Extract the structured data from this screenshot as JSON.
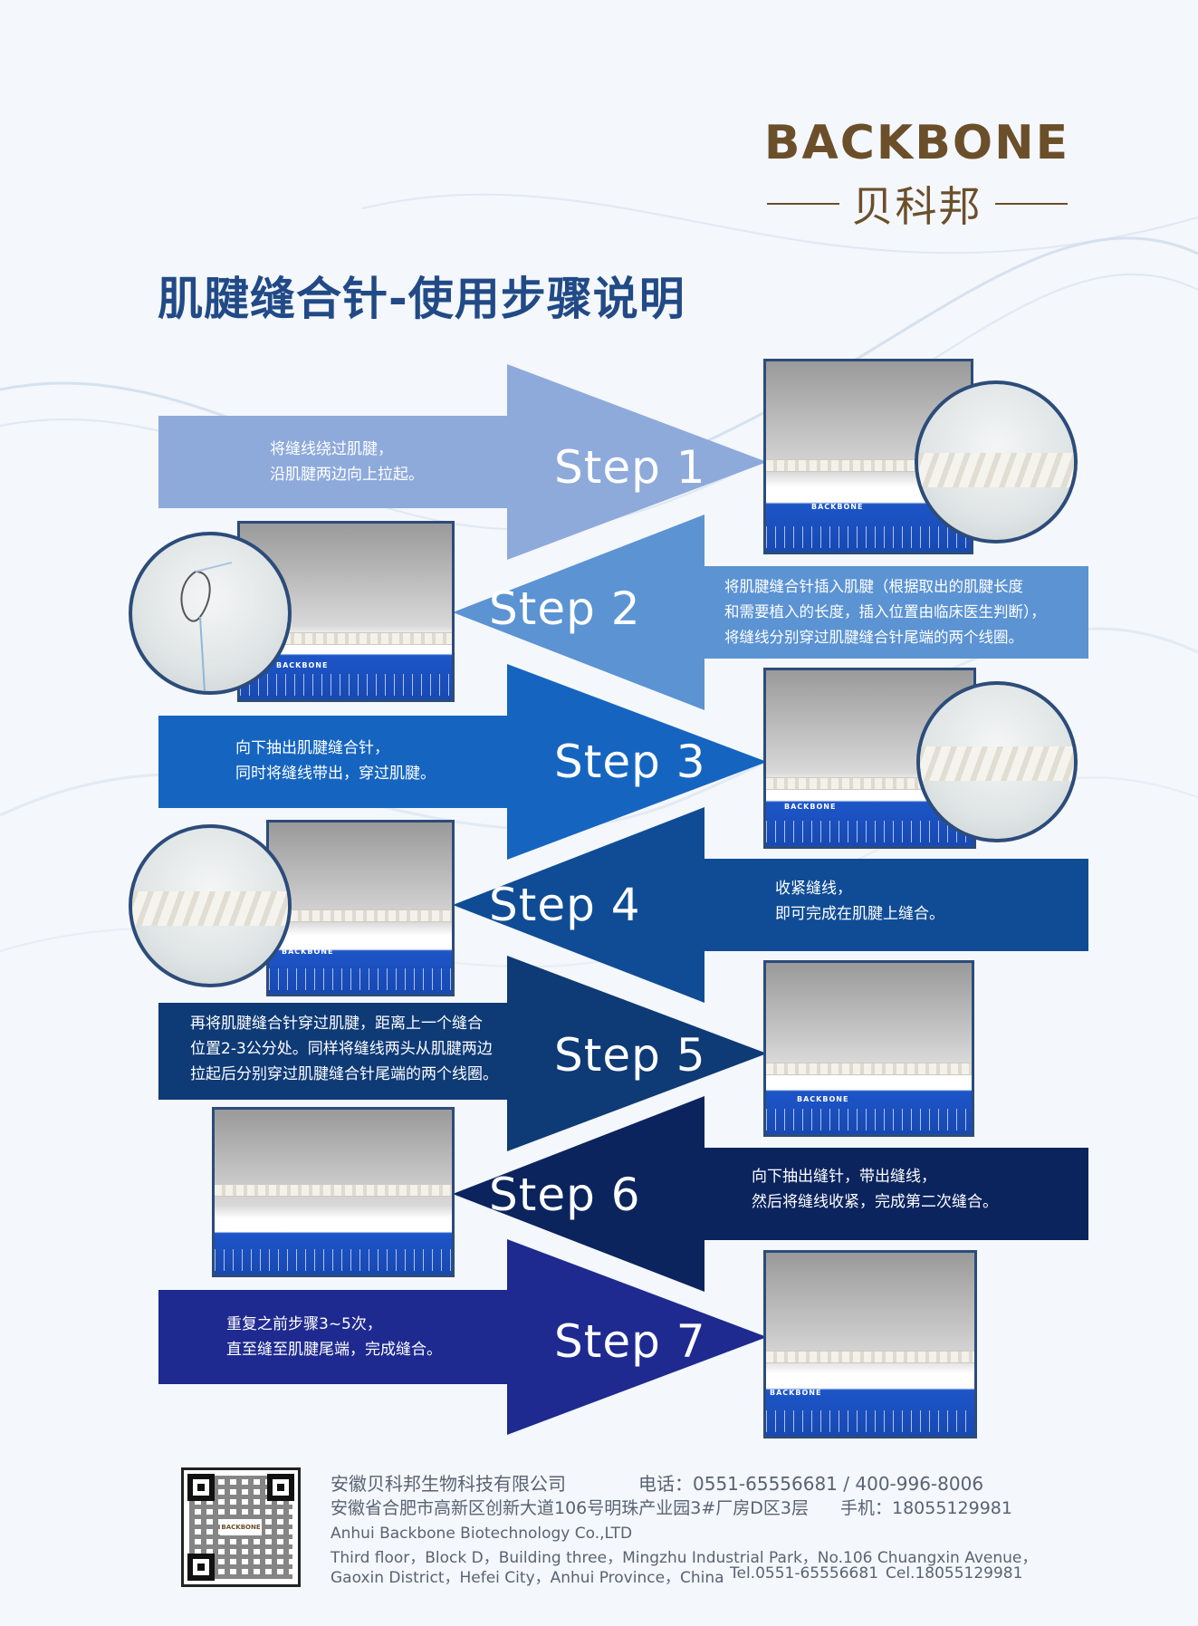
{
  "colors": {
    "step1": "#8eaadb",
    "step2": "#5b93d3",
    "step3": "#1565c0",
    "step4": "#0f4c95",
    "step5": "#0e3a76",
    "step6": "#0b245e",
    "step7": "#1e2a8f",
    "title": "#214a86",
    "brand": "#6b4f2a"
  },
  "logo": {
    "en": "BACKBONE",
    "cn": "贝科邦"
  },
  "title": "肌腱缝合针-使用步骤说明",
  "steps": [
    {
      "label": "Step 1",
      "text": "将缝线绕过肌腱，\n沿肌腱两边向上拉起。"
    },
    {
      "label": "Step 2",
      "text": "将肌腱缝合针插入肌腱（根据取出的肌腱长度\n和需要植入的长度，插入位置由临床医生判断），\n将缝线分别穿过肌腱缝合针尾端的两个线圈。"
    },
    {
      "label": "Step 3",
      "text": "向下抽出肌腱缝合针，\n同时将缝线带出，穿过肌腱。"
    },
    {
      "label": "Step 4",
      "text": "收紧缝线，\n即可完成在肌腱上缝合。"
    },
    {
      "label": "Step 5",
      "text": "再将肌腱缝合针穿过肌腱，距离上一个缝合\n位置2-3公分处。同样将缝线两头从肌腱两边\n拉起后分别穿过肌腱缝合针尾端的两个线圈。"
    },
    {
      "label": "Step 6",
      "text": "向下抽出缝针，带出缝线，\n然后将缝线收紧，完成第二次缝合。"
    },
    {
      "label": "Step 7",
      "text": "重复之前步骤3~5次，\n直至缝至肌腱尾端，完成缝合。"
    }
  ],
  "photo_brand": "BACKBONE",
  "footer": {
    "company_cn": "安徽贝科邦生物科技有限公司",
    "phone_cn": "电话：0551-65556681 / 400-996-8006",
    "address_cn": "安徽省合肥市高新区创新大道106号明珠产业园3#厂房D区3层",
    "mobile_cn": "手机：18055129981",
    "company_en": "Anhui Backbone Biotechnology Co.,LTD",
    "address_en_1": "Third floor，Block D，Building three，Mingzhu Industrial Park，No.106 Chuangxin Avenue，",
    "address_en_2": "Gaoxin District，Hefei City，Anhui Province，China",
    "tel_en": "Tel.0551-65556681",
    "cel_en": "Cel.18055129981",
    "qr_logo": "BACKBONE"
  }
}
